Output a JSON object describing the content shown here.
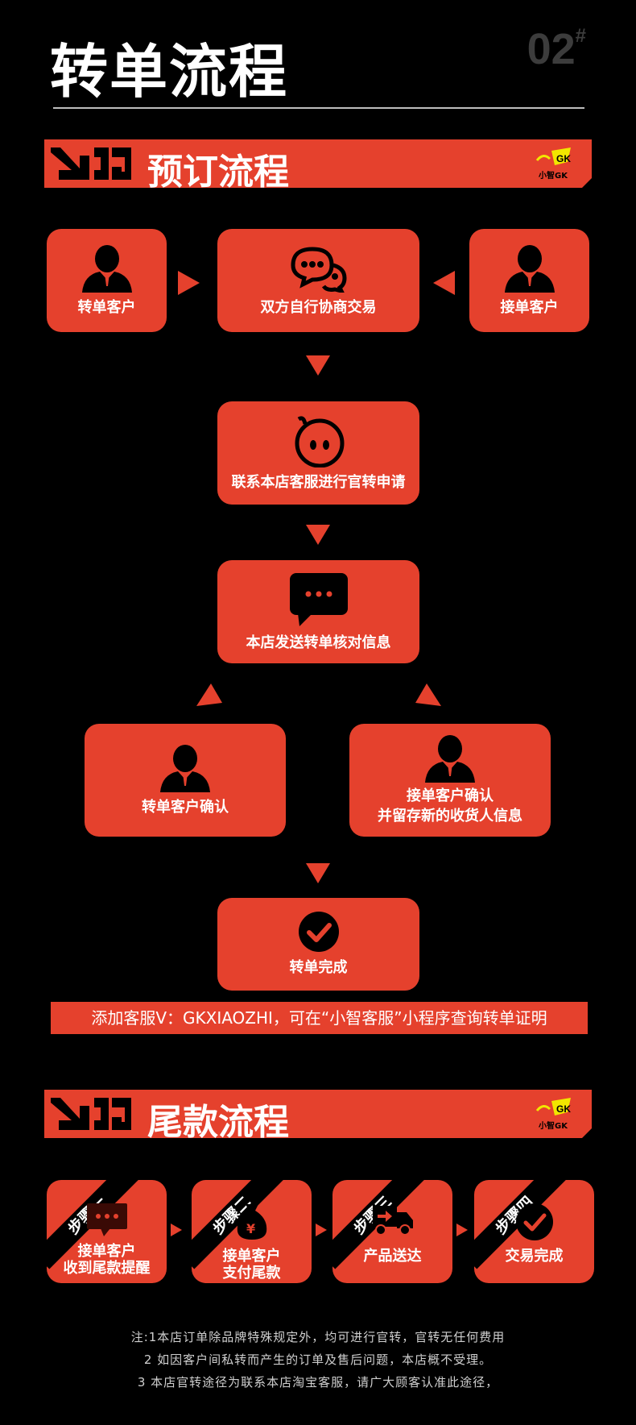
{
  "header": {
    "title": "转单流程",
    "page_number": "02",
    "page_mark": "#"
  },
  "section_booking": {
    "title": "预订流程",
    "badge_brand": "小智GK",
    "nodes": {
      "transfer_customer": "转单客户",
      "negotiate": "双方自行协商交易",
      "receive_customer": "接单客户",
      "contact_service": "联系本店客服进行官转申请",
      "send_info": "本店发送转单核对信息",
      "transfer_confirm": "转单客户确认",
      "receive_confirm_line1": "接单客户确认",
      "receive_confirm_line2": "并留存新的收货人信息",
      "complete": "转单完成"
    },
    "notice": "添加客服V：GKXIAOZHI，可在“小智客服”小程序查询转单证明"
  },
  "section_balance": {
    "title": "尾款流程",
    "badge_brand": "小智GK",
    "steps": [
      {
        "ribbon": "步骤一",
        "line1": "接单客户",
        "line2": "收到尾款提醒",
        "icon": "chat-bubble-icon"
      },
      {
        "ribbon": "步骤二",
        "line1": "接单客户",
        "line2": "支付尾款",
        "icon": "money-bag-icon"
      },
      {
        "ribbon": "步骤三",
        "line1": "产品送达",
        "line2": "",
        "icon": "delivery-truck-icon"
      },
      {
        "ribbon": "步骤四",
        "line1": "交易完成",
        "line2": "",
        "icon": "check-circle-icon"
      }
    ]
  },
  "notes": [
    "注:1本店订单除品牌特殊规定外，均可进行官转，官转无任何费用",
    "2 如因客户间私转而产生的订单及售后问题，本店概不受理。",
    "3 本店官转途径为联系本店淘宝客服，请广大顾客认准此途径，"
  ],
  "colors": {
    "accent": "#e5412d",
    "background": "#000000",
    "badge": "#f2e600"
  }
}
